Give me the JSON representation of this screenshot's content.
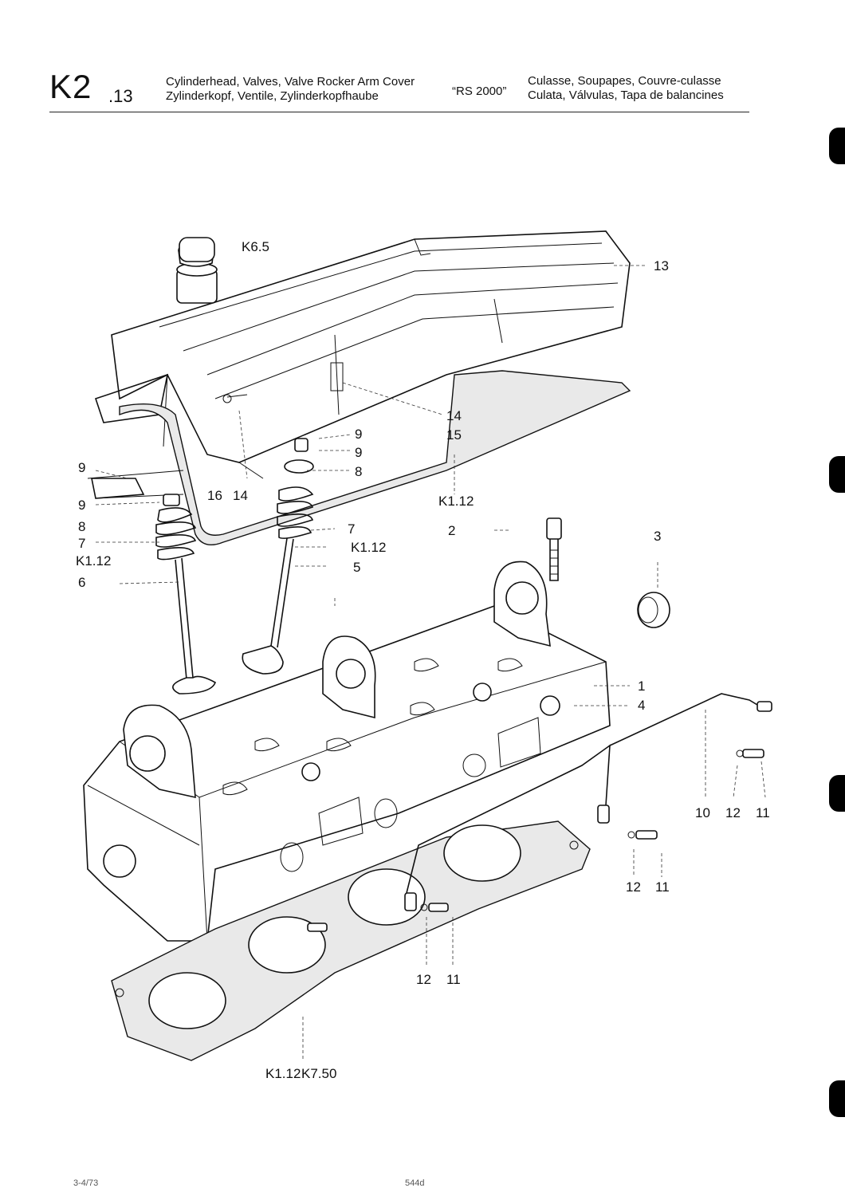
{
  "header": {
    "code_main": "K2",
    "code_sub": ".13",
    "title_en": "Cylinderhead, Valves, Valve Rocker Arm Cover",
    "title_de": "Zylinderkopf, Ventile, Zylinderkopfhaube",
    "model": "“RS 2000”",
    "title_fr": "Culasse, Soupapes, Couvre-culasse",
    "title_es": "Culata, Válvulas, Tapa de balancines"
  },
  "callouts": {
    "k65": "K6.5",
    "n13": "13",
    "n14a": "14",
    "n15": "15",
    "n9a": "9",
    "n9b": "9",
    "n8a": "8",
    "n9c": "9",
    "n16": "16",
    "n14b": "14",
    "k112a": "K1.12",
    "n9d": "9",
    "n8b": "8",
    "n7a": "7",
    "n7b": "7",
    "k112b": "K1.12",
    "k112c": "K1.12",
    "n5": "5",
    "n6": "6",
    "n2": "2",
    "n3": "3",
    "n1": "1",
    "n4": "4",
    "n10": "10",
    "n12a": "12",
    "n11a": "11",
    "n12b": "12",
    "n11b": "11",
    "n12c": "12",
    "n11c": "11",
    "k112d": "K1.12",
    "k750": "K7.50"
  },
  "footer": {
    "date": "3-4/73",
    "page": "544d"
  },
  "colors": {
    "ink": "#111111",
    "tab": "#000000",
    "paper": "#ffffff"
  }
}
